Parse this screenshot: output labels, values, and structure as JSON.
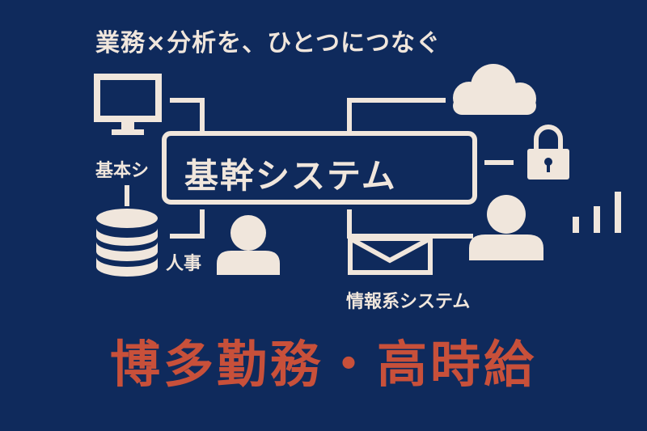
{
  "colors": {
    "background": "#0f2a5c",
    "foreground": "#f0e6dc",
    "accent": "#c8503a"
  },
  "tagline": "業務×分析を、ひとつにつなぐ",
  "center_box": {
    "label": "基幹システム"
  },
  "labels": {
    "kihon": "基本シ",
    "jinji": "人事",
    "joho": "情報系システム"
  },
  "headline": "博多勤務・高時給",
  "icons": [
    "monitor-icon",
    "database-icon",
    "user-icon",
    "cloud-icon",
    "lock-icon",
    "envelope-icon",
    "user-large-icon",
    "signal-bars-icon"
  ]
}
